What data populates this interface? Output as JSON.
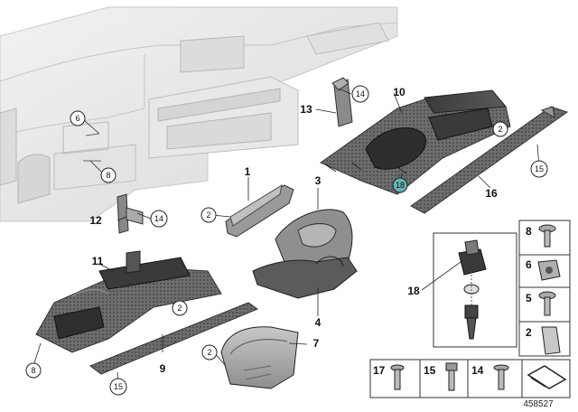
{
  "diagram": {
    "reference_number": "458527",
    "callouts": {
      "c1": "1",
      "c2a": "2",
      "c2b": "2",
      "c2c": "2",
      "c2d": "2",
      "c3": "3",
      "c4": "4",
      "c6": "6",
      "c7": "7",
      "c8a": "8",
      "c8b": "8",
      "c9": "9",
      "c10": "10",
      "c11": "11",
      "c12": "12",
      "c13": "13",
      "c14a": "14",
      "c14b": "14",
      "c15a": "15",
      "c15b": "15",
      "c16": "16",
      "c18": "18",
      "c18b": "18"
    },
    "parts_panel": {
      "p8": "8",
      "p6": "6",
      "p5": "5",
      "p2": "2",
      "p17": "17",
      "p15": "15",
      "p14": "14"
    },
    "highlight_color": "#5fb6b4"
  }
}
